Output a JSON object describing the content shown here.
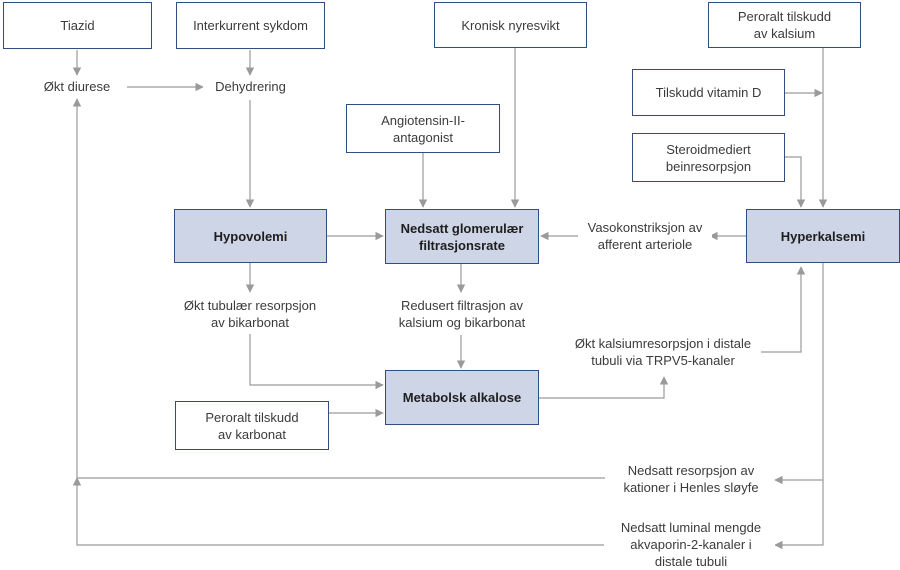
{
  "colors": {
    "box_border": "#2f4f80",
    "key_box_fill": "#cdd5e6",
    "arrow": "#9a9a9a",
    "text": "#3b3b3b"
  },
  "boxes": {
    "tiazid": "Tiazid",
    "interkurrent_sykdom": "Interkurrent sykdom",
    "kronisk_nyresvikt": "Kronisk nyresvikt",
    "peroralt_tilskudd_kalsium": "Peroralt tilskudd\nav kalsium",
    "tilskudd_vitamin_d": "Tilskudd vitamin D",
    "steroidmediert_beinresorpsjon": "Steroidmediert\nbeinresorpsjon",
    "angiotensin_ii_antagonist": "Angiotensin-II-\nantagonist",
    "hypovolemi": "Hypovolemi",
    "nedsatt_gfr": "Nedsatt glomerulær\nfiltrasjonsrate",
    "hyperkalsemi": "Hyperkalsemi",
    "metabolsk_alkalose": "Metabolsk alkalose",
    "peroralt_tilskudd_karbonat": "Peroralt tilskudd\nav karbonat"
  },
  "labels": {
    "okt_diurese": "Økt diurese",
    "dehydrering": "Dehydrering",
    "vasokonstriksjon": "Vasokonstriksjon av\nafferent arteriole",
    "okt_tubular_resorpsjon": "Økt tubulær resorpsjon\nav bikarbonat",
    "redusert_filtrasjon": "Redusert filtrasjon av\nkalsium og bikarbonat",
    "okt_kalsiumresorpsjon": "Økt kalsiumresorpsjon i distale\ntubuli via TRPV5-kanaler",
    "nedsatt_resorpsjon_kationer": "Nedsatt resorpsjon av\nkationer i Henles sløyfe",
    "nedsatt_luminal_mengde": "Nedsatt luminal mengde\nakvaporin-2-kanaler i\ndistale tubuli"
  }
}
